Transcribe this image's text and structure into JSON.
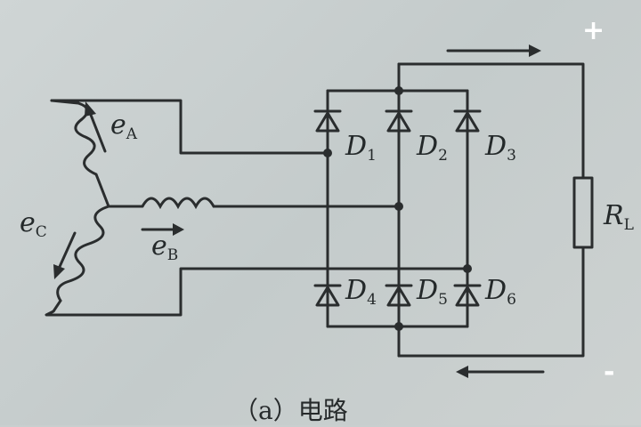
{
  "labels": {
    "eA": {
      "main": "e",
      "sub": "A"
    },
    "eB": {
      "main": "e",
      "sub": "B"
    },
    "eC": {
      "main": "e",
      "sub": "C"
    },
    "D1": {
      "main": "D",
      "sub": "1"
    },
    "D2": {
      "main": "D",
      "sub": "2"
    },
    "D3": {
      "main": "D",
      "sub": "3"
    },
    "D4": {
      "main": "D",
      "sub": "4"
    },
    "D5": {
      "main": "D",
      "sub": "5"
    },
    "D6": {
      "main": "D",
      "sub": "6"
    },
    "RL": {
      "main": "R",
      "sub": "L"
    }
  },
  "plus_sign": "+",
  "minus_sign": "-",
  "caption": "（a）电路",
  "colors": {
    "ink": "#2a2d2e",
    "paper": "#c9cfcf",
    "sign": "#ffffff"
  }
}
